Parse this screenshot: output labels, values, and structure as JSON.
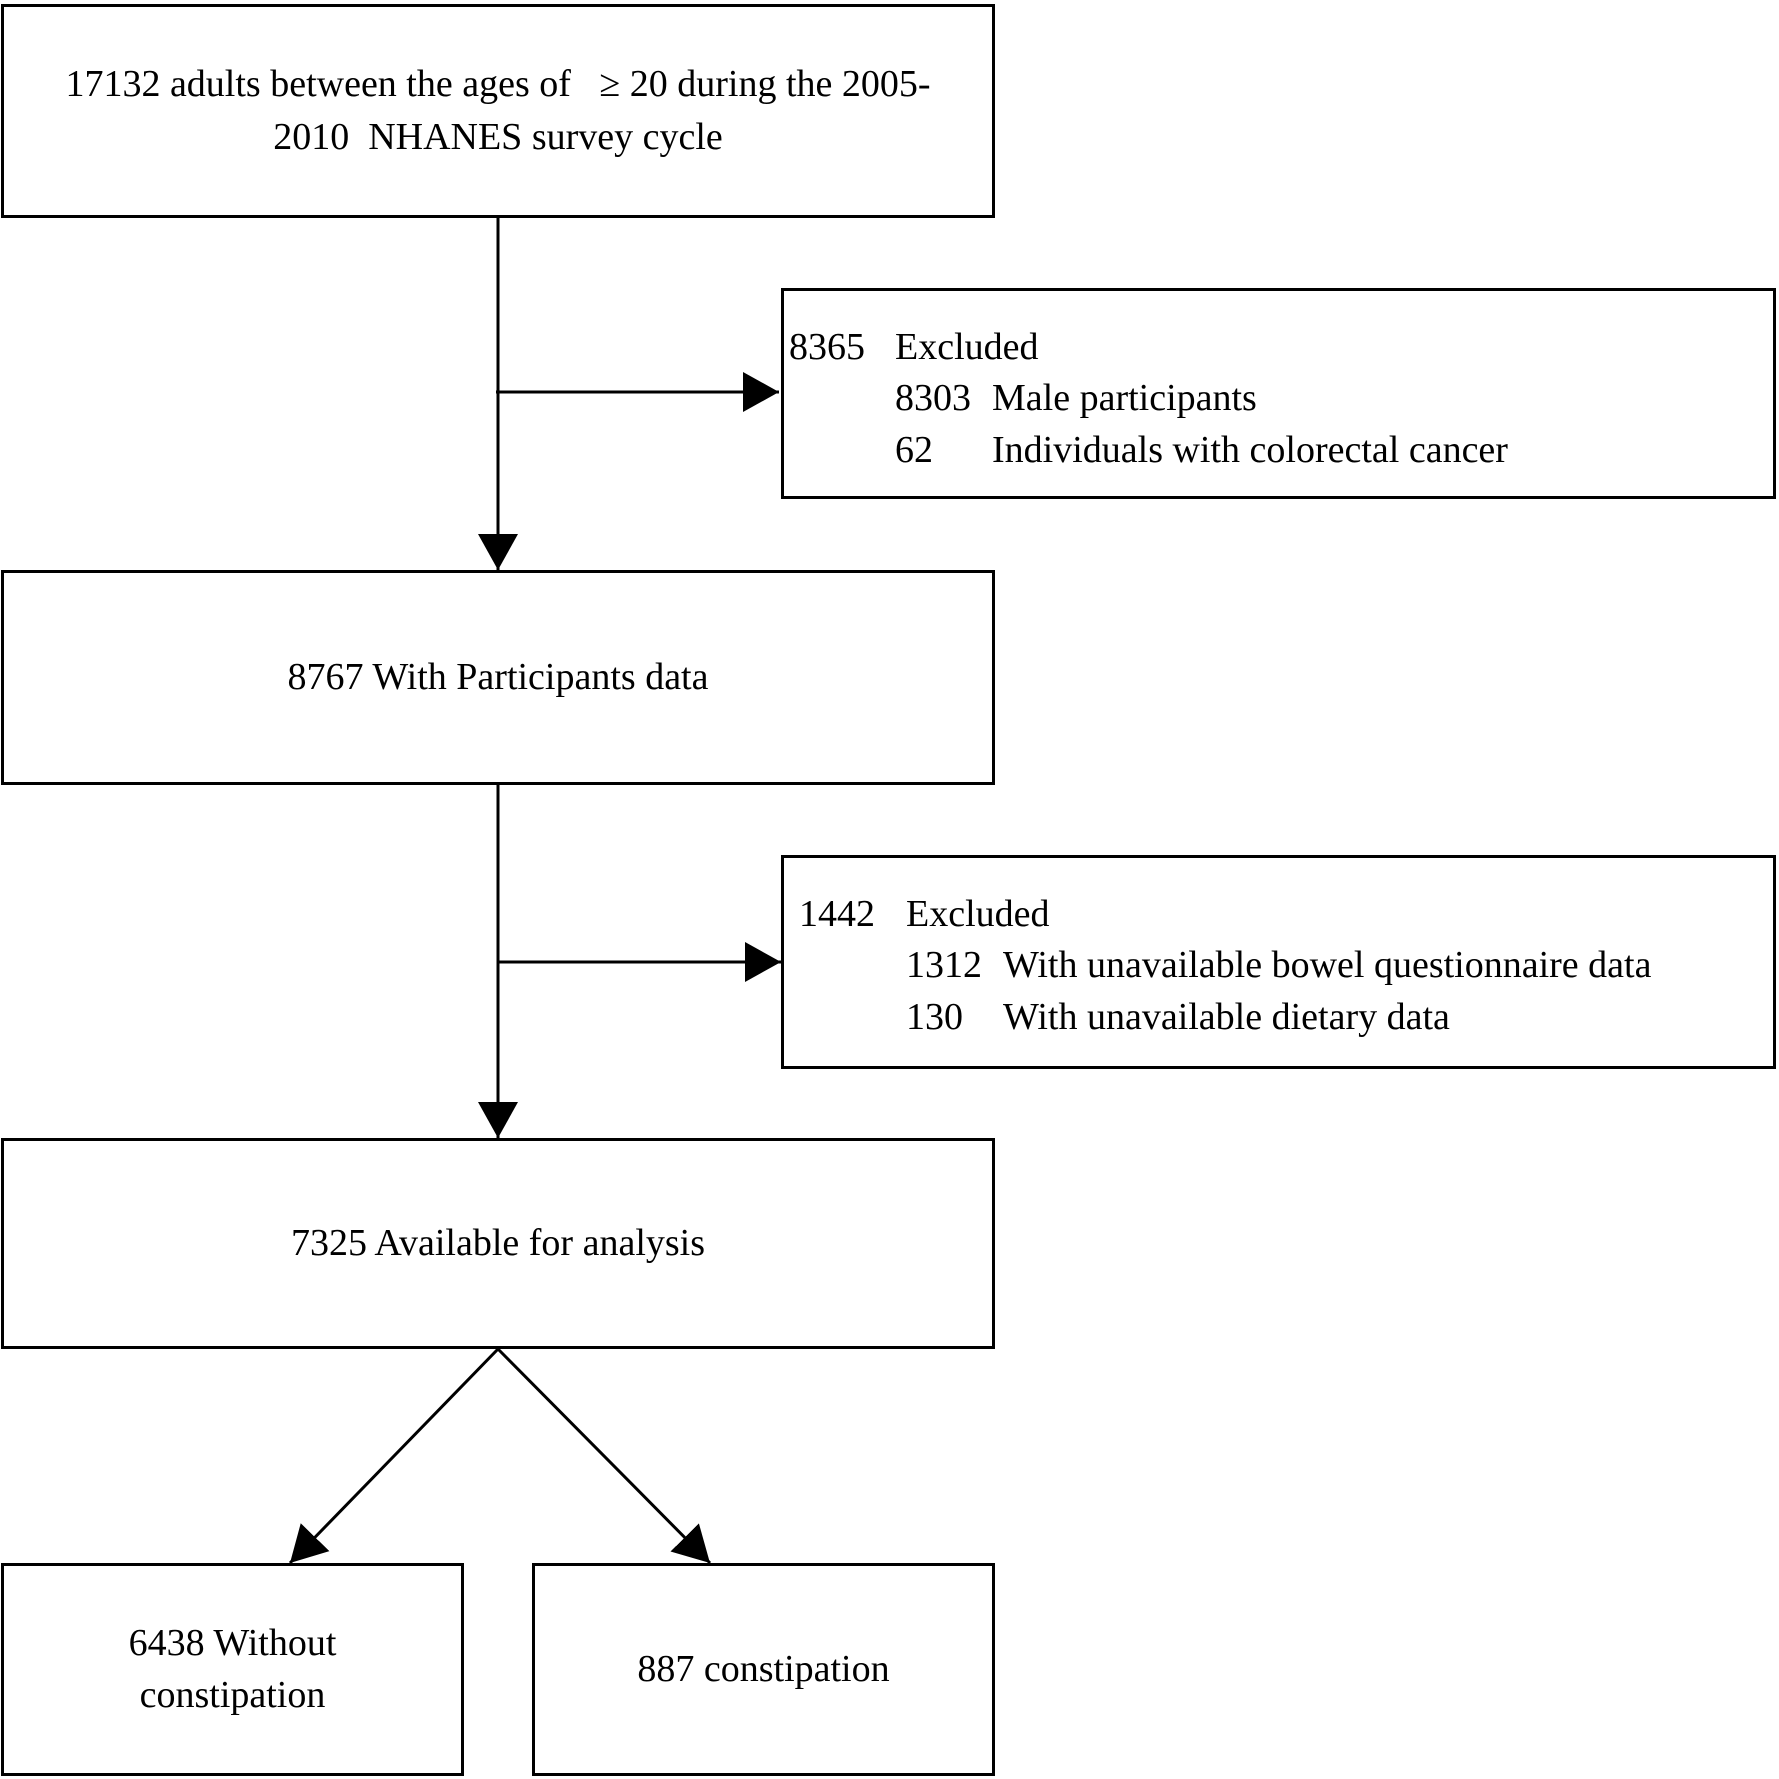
{
  "boxes": {
    "start": {
      "lines": [
        "17132 adults between the ages of  ≥ 20 during the 2005-",
        "2010  NHANES survey cycle"
      ]
    },
    "exclusion1": {
      "count": "8365",
      "label": "Excluded",
      "items": [
        {
          "count": "8303",
          "label": "Male participants"
        },
        {
          "count": "62",
          "label": "Individuals with colorectal cancer"
        }
      ]
    },
    "participants": {
      "text": "8767 With Participants data"
    },
    "exclusion2": {
      "count": "1442",
      "label": "Excluded",
      "items": [
        {
          "count": "1312",
          "label": "With unavailable bowel questionnaire data"
        },
        {
          "count": "130",
          "label": "With unavailable dietary data"
        }
      ]
    },
    "analysis": {
      "text": "7325 Available for analysis"
    },
    "without": {
      "lines": [
        "6438 Without",
        "constipation"
      ]
    },
    "with": {
      "text": "887 constipation"
    }
  },
  "colors": {
    "stroke": "#000000",
    "background": "#ffffff"
  }
}
